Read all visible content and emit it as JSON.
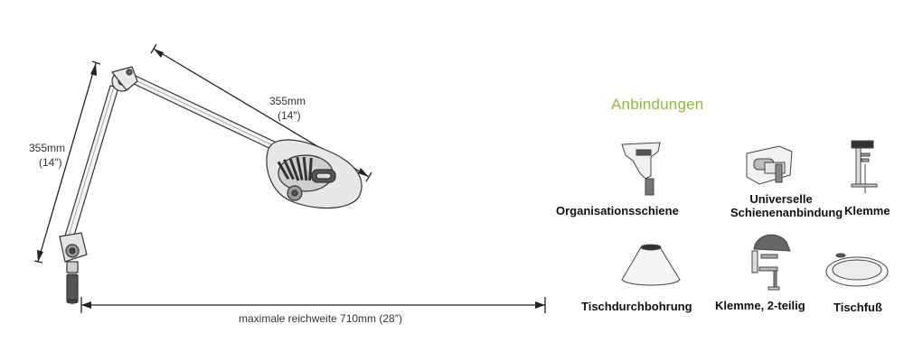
{
  "dimensions": {
    "upper_arm": {
      "mm": "355mm",
      "inch": "(14\")"
    },
    "lower_arm": {
      "mm": "355mm",
      "inch": "(14\")"
    },
    "reach": "maximale reichweite 710mm (28″)"
  },
  "section_title": "Anbindungen",
  "options": [
    {
      "label": "Organisationsschiene",
      "icon": "organizer-rail-icon"
    },
    {
      "label_line1": "Universelle",
      "label_line2": "Schienenanbindung",
      "icon": "universal-rail-mount-icon"
    },
    {
      "label": "Klemme",
      "icon": "clamp-icon"
    },
    {
      "label": "Tischdurchbohrung",
      "icon": "desk-grommet-icon"
    },
    {
      "label": "Klemme, 2-teilig",
      "icon": "two-part-clamp-icon"
    },
    {
      "label": "Tischfuß",
      "icon": "table-base-icon"
    }
  ],
  "colors": {
    "title": "#8dbb3e",
    "line": "#333333"
  }
}
